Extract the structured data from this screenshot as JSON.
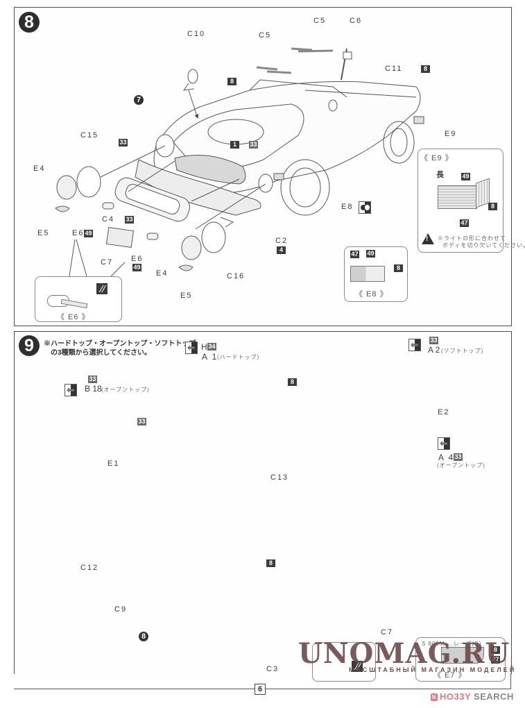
{
  "page": {
    "number": "6"
  },
  "step8": {
    "number": "8",
    "sub_step_ref": "7",
    "labels": {
      "c10": "C10",
      "c5a": "C5",
      "c5b": "C5",
      "c6": "C6",
      "c11": "C11",
      "e9": "E9",
      "c15": "C15",
      "e4a": "E4",
      "e5a": "E5",
      "c4": "C4",
      "e6a": "E6",
      "c7": "C7",
      "e6b": "E6",
      "e4b": "E4",
      "c16": "C16",
      "e5b": "E5",
      "c2": "C2",
      "e8": "E8"
    },
    "color_codes": {
      "body_top": "8",
      "side_rear": "8",
      "headlight_rim_left": "33",
      "grille_stripes": "1",
      "grille_panel": "33",
      "grille_frame": "33",
      "e6_left": "49",
      "e6_right": "49",
      "c2": "4"
    },
    "detail_e9": {
      "title": "《 E9 》",
      "length_mark": "長",
      "codes": [
        "49",
        "8",
        "47"
      ],
      "note_line1": "※ライトの形に合わせて",
      "note_line2": "ボディを切り欠いてください。"
    },
    "detail_e8": {
      "title": "《 E8 》",
      "codes": [
        "47",
        "49",
        "8"
      ]
    },
    "detail_e6": {
      "title": "《 E6 》"
    }
  },
  "step9": {
    "number": "9",
    "note_line1": "※ハードトップ・オープントップ・ソフトトップ",
    "note_line2": "の3種類から選択してください。",
    "labels": {
      "h": "H",
      "a1": "A 1",
      "a1_jp": "(ハードトップ)",
      "b18": "B 18",
      "b18_jp": "(オープントップ)",
      "a2": "A 2",
      "a2_jp": "(ソフトトップ)",
      "e2": "E2",
      "a4": "A 4",
      "a4_jp": "(オープントップ)",
      "e1": "E1",
      "c13": "C13",
      "c12": "C12",
      "c9": "C9",
      "c7": "C7",
      "c3": "C3"
    },
    "color_codes": {
      "h": "34",
      "b18": "33",
      "hardtop": "33",
      "hardtop_window": "8",
      "a2": "33",
      "a4": "33",
      "deck": "8"
    },
    "sub_step_ref": "8",
    "detail_e7": {
      "title": "《 E7 》",
      "caption": "S 800M …レーズ(R)",
      "codes": [
        "8",
        "47"
      ]
    }
  },
  "watermark": {
    "title": "UNOMAG.RU",
    "subtitle": "МАСШТАБНЫЙ МАГАЗИН МОДЕЛЕЙ"
  },
  "credit": {
    "brand": "HO33Y",
    "suffix": " SEARCH",
    "logo": "N"
  }
}
